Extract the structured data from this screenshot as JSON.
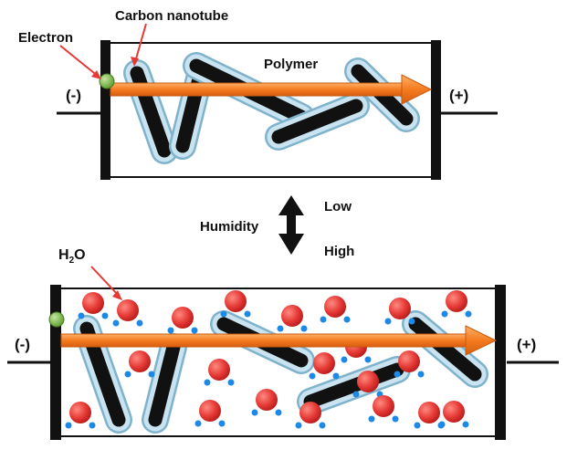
{
  "top_panel": {
    "electron_label": "Electron",
    "carbon_nanotube_label": "Carbon nanotube",
    "polymer_label": "Polymer",
    "negative_terminal": "(-)",
    "positive_terminal": "(+)"
  },
  "humidity": {
    "label": "Humidity",
    "low": "Low",
    "high": "High"
  },
  "bottom_panel": {
    "water_label_main": "H",
    "water_label_sub": "2",
    "water_label_end": "O",
    "negative_terminal": "(-)",
    "positive_terminal": "(+)"
  },
  "colors": {
    "frame": "#111111",
    "tube_core": "#111111",
    "tube_coat": "#c9e3f0",
    "tube_coat_edge": "#7fb3cc",
    "arrow": "#f47b20",
    "electron": "#7dc142",
    "water_oxygen": "#e53935",
    "water_hydrogen": "#1e88e5",
    "pointer": "#e53935"
  }
}
